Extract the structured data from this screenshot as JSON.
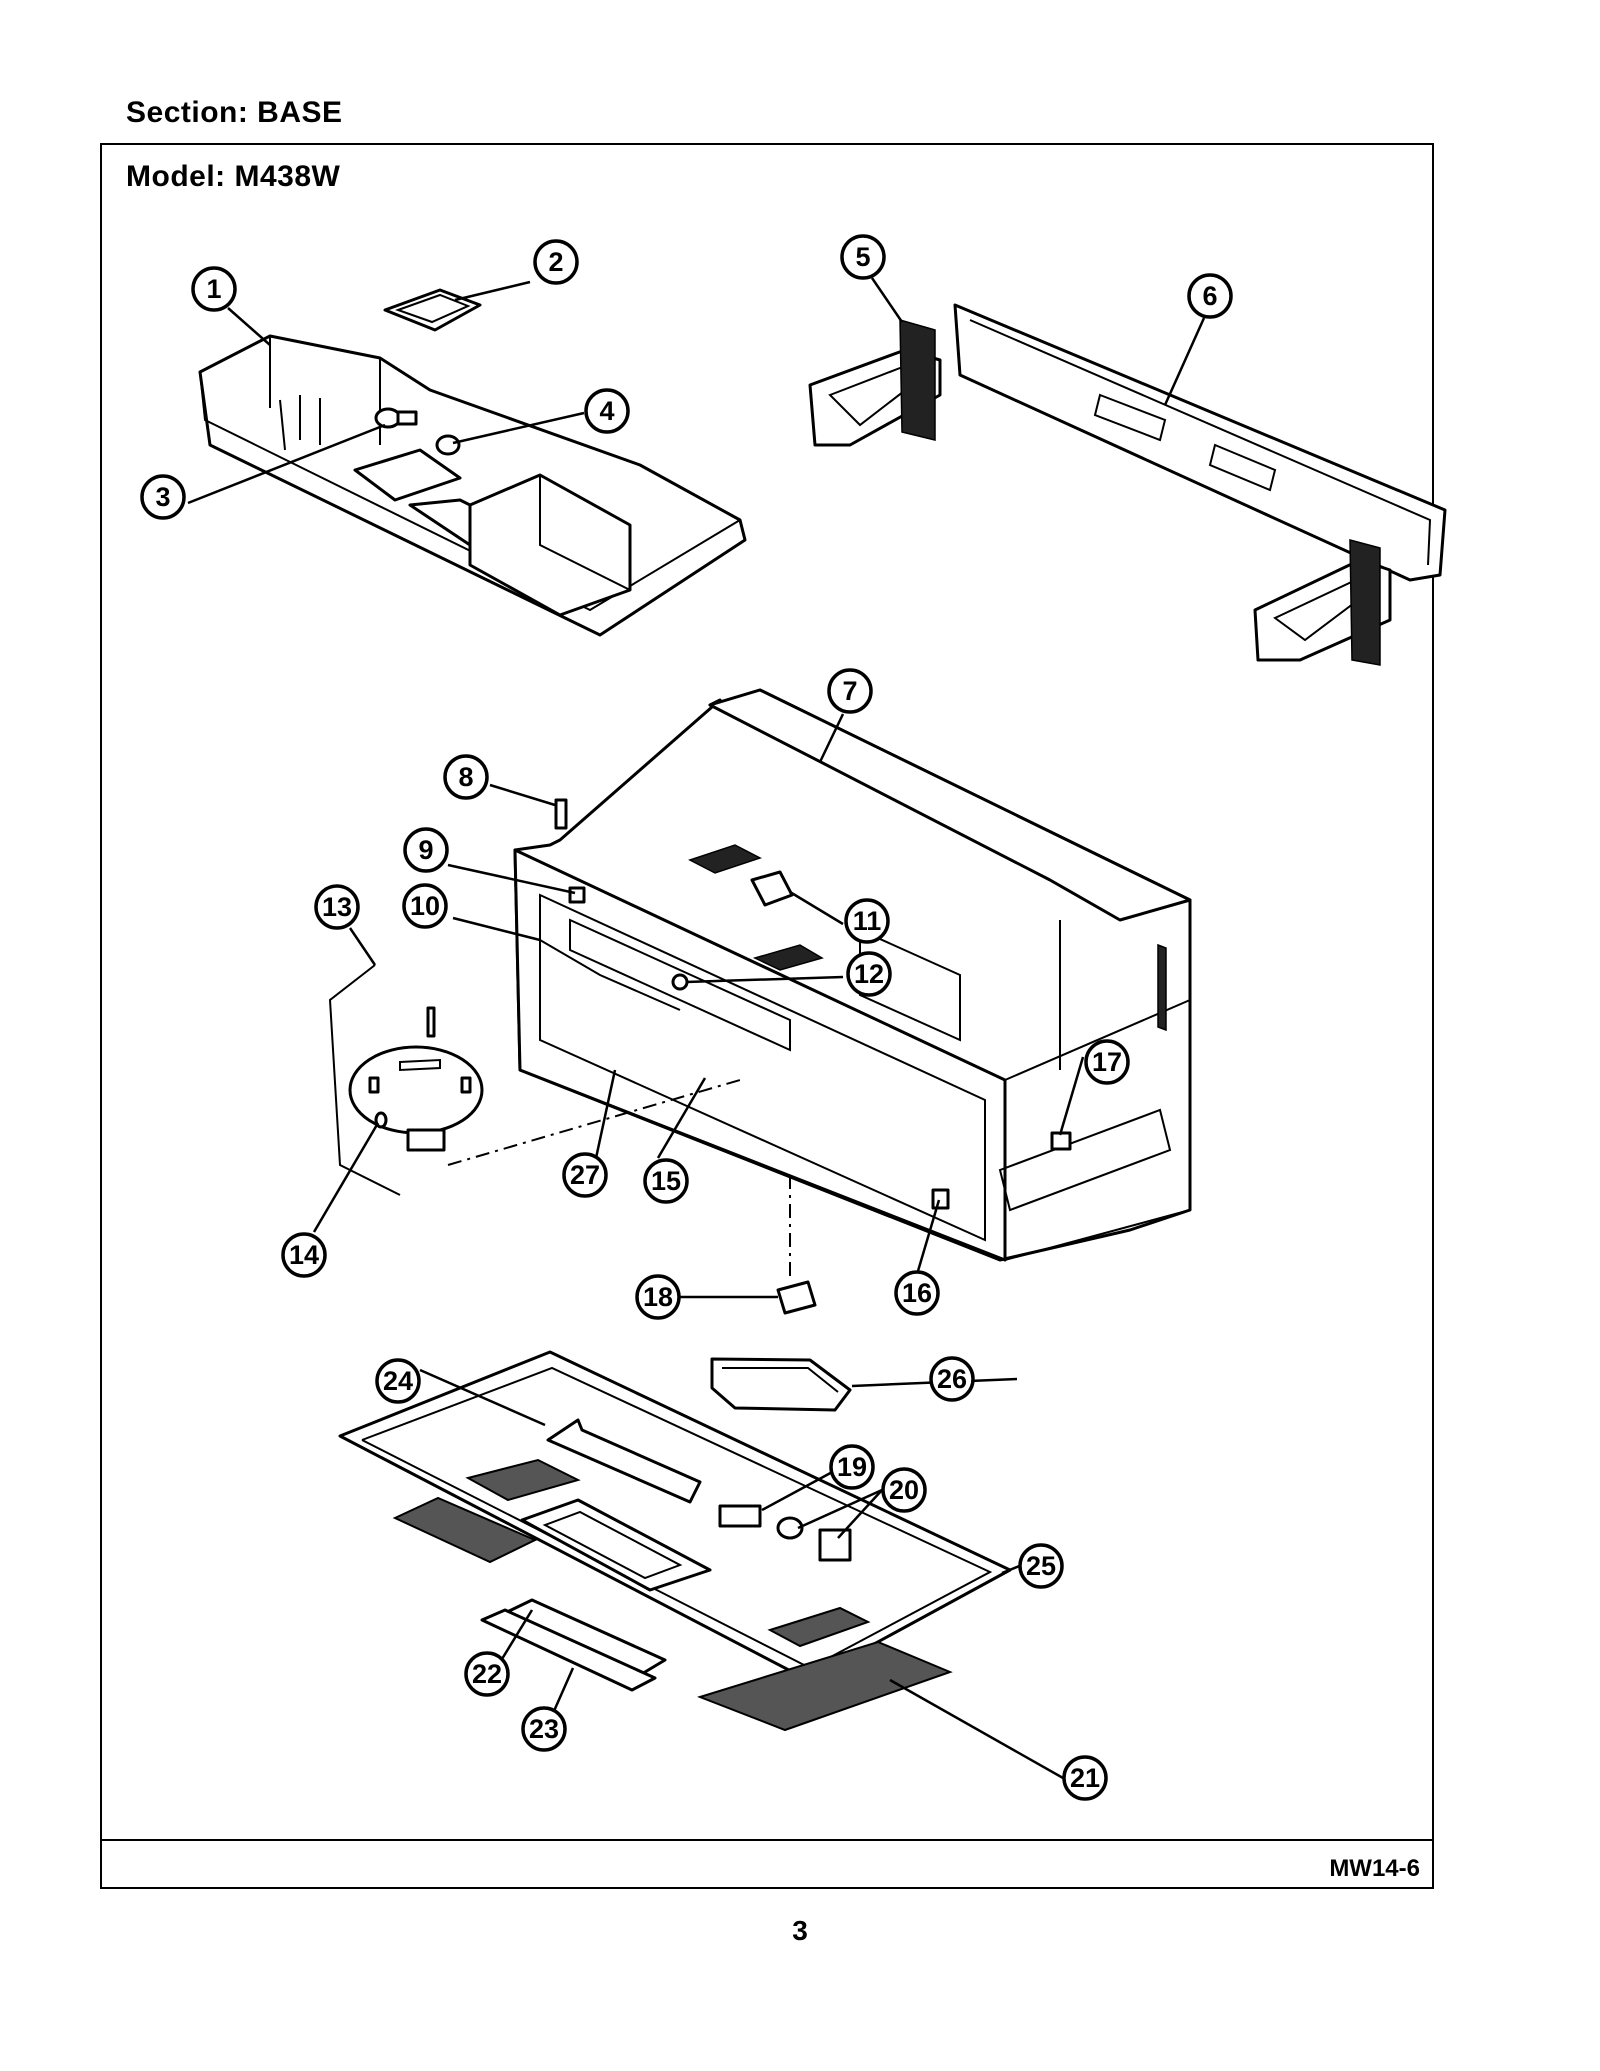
{
  "section_title": "Section:  BASE",
  "model_title": "Model:  M438W",
  "footer_code": "MW14-6",
  "page_number": "3",
  "callouts": [
    "1",
    "2",
    "3",
    "4",
    "5",
    "6",
    "7",
    "8",
    "9",
    "10",
    "11",
    "12",
    "13",
    "14",
    "15",
    "16",
    "17",
    "18",
    "19",
    "20",
    "21",
    "22",
    "23",
    "24",
    "25",
    "26",
    "27"
  ]
}
